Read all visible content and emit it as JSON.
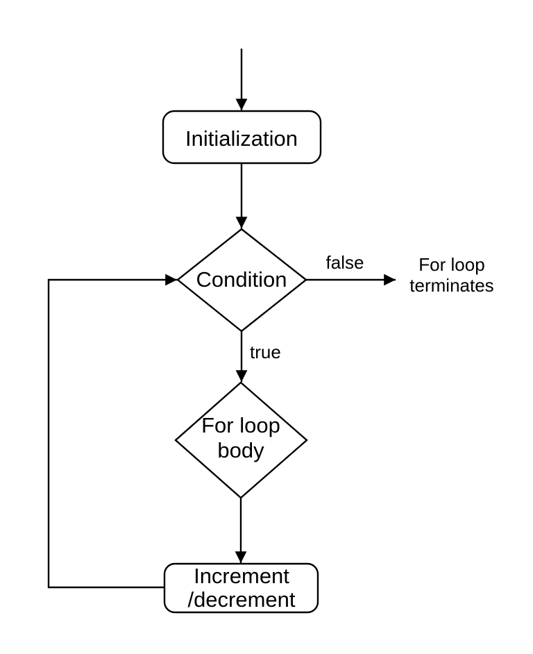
{
  "diagram": {
    "background": "#ffffff",
    "stroke_color": "#000000",
    "text_color": "#000000",
    "nodes": {
      "initialization": {
        "label": "Initialization"
      },
      "condition": {
        "label": "Condition"
      },
      "for_loop_body": {
        "label_line1": "For loop",
        "label_line2": "body"
      },
      "increment_decrement": {
        "label_line1": "Increment",
        "label_line2": "/decrement"
      }
    },
    "edge_labels": {
      "false_branch": "false",
      "true_branch": "true"
    },
    "annotations": {
      "terminate_line1": "For loop",
      "terminate_line2": "terminates"
    }
  }
}
